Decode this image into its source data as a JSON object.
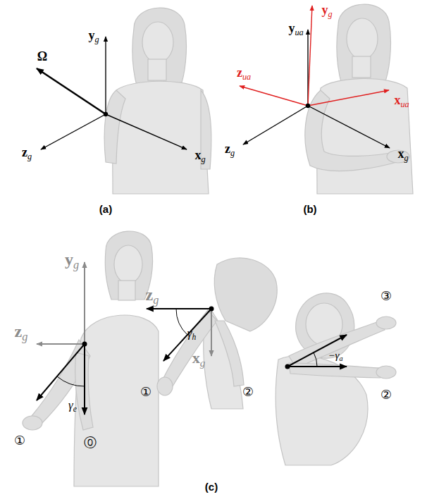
{
  "diagram": {
    "labels": [
      "yg",
      "Ω",
      "zg",
      "xg",
      "(a)",
      "yua",
      "yg",
      "zua",
      "xua",
      "zg",
      "xg",
      "(b)",
      "yg",
      "zg",
      "γe",
      "①",
      "⓪",
      "zg",
      "γh",
      "xg",
      "①",
      "②",
      "③",
      "−γa",
      "②",
      "(c)"
    ]
  }
}
